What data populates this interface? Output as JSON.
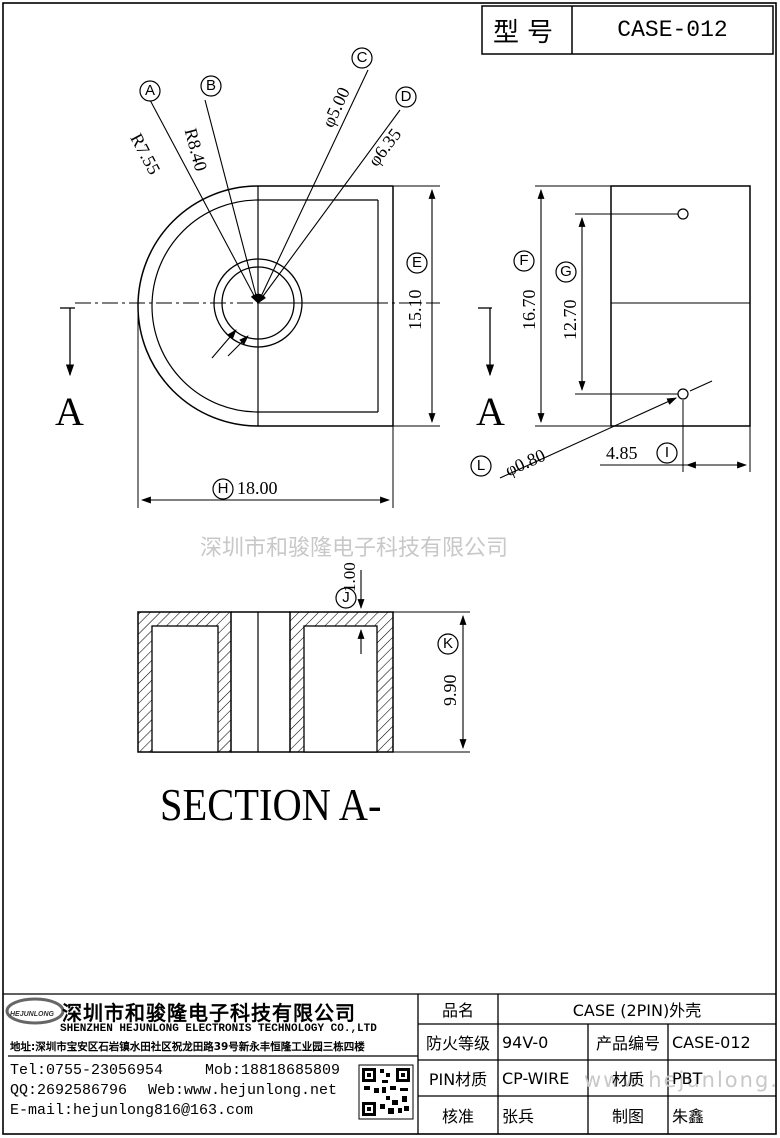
{
  "header": {
    "model_label": "型号",
    "model_value": "CASE-012"
  },
  "watermark": {
    "cn": "深圳市和骏隆电子科技有限公司",
    "url": "www.hejunlong.net"
  },
  "dimensions": {
    "A": {
      "marker": "A",
      "text": "R7.55"
    },
    "B": {
      "marker": "B",
      "text": "R8.40"
    },
    "C": {
      "marker": "C",
      "text": "φ5.00"
    },
    "D": {
      "marker": "D",
      "text": "φ6.35"
    },
    "E": {
      "marker": "E",
      "text": "15.10"
    },
    "F": {
      "marker": "F",
      "text": "16.70"
    },
    "G": {
      "marker": "G",
      "text": "12.70"
    },
    "H": {
      "marker": "H",
      "text": "18.00"
    },
    "I": {
      "marker": "I",
      "text": "4.85"
    },
    "J": {
      "marker": "J",
      "text": "1.00"
    },
    "K": {
      "marker": "K",
      "text": "9.90"
    },
    "L": {
      "marker": "L",
      "text": "φ0.80"
    }
  },
  "section_arrows": {
    "left": "A",
    "right": "A"
  },
  "section_title": "SECTION A-",
  "company": {
    "logo_text": "HEJUNLONG",
    "name_cn": "深圳市和骏隆电子科技有限公司",
    "name_en": "SHENZHEN HEJUNLONG ELECTRONIS TECHNOLOGY CO.,LTD",
    "address": "地址:深圳市宝安区石岩镇水田社区祝龙田路39号新永丰恒隆工业园三栋四楼",
    "tel": "Tel:0755-23056954",
    "mob": "Mob:18818685809",
    "qq": "QQ:2692586796",
    "web": "Web:www.hejunlong.net",
    "email": "E-mail:hejunlong816@163.com"
  },
  "title_block": {
    "product_name_label": "品名",
    "product_name_value": "CASE (2PIN)外壳",
    "fire_rating_label": "防火等级",
    "fire_rating_value": "94V-0",
    "product_code_label": "产品编号",
    "product_code_value": "CASE-012",
    "pin_material_label": "PIN材质",
    "pin_material_value": "CP-WIRE",
    "material_label": "材质",
    "material_value": "PBT",
    "checked_label": "核准",
    "checked_value": "张兵",
    "drawn_label": "制图",
    "drawn_value": "朱鑫"
  }
}
